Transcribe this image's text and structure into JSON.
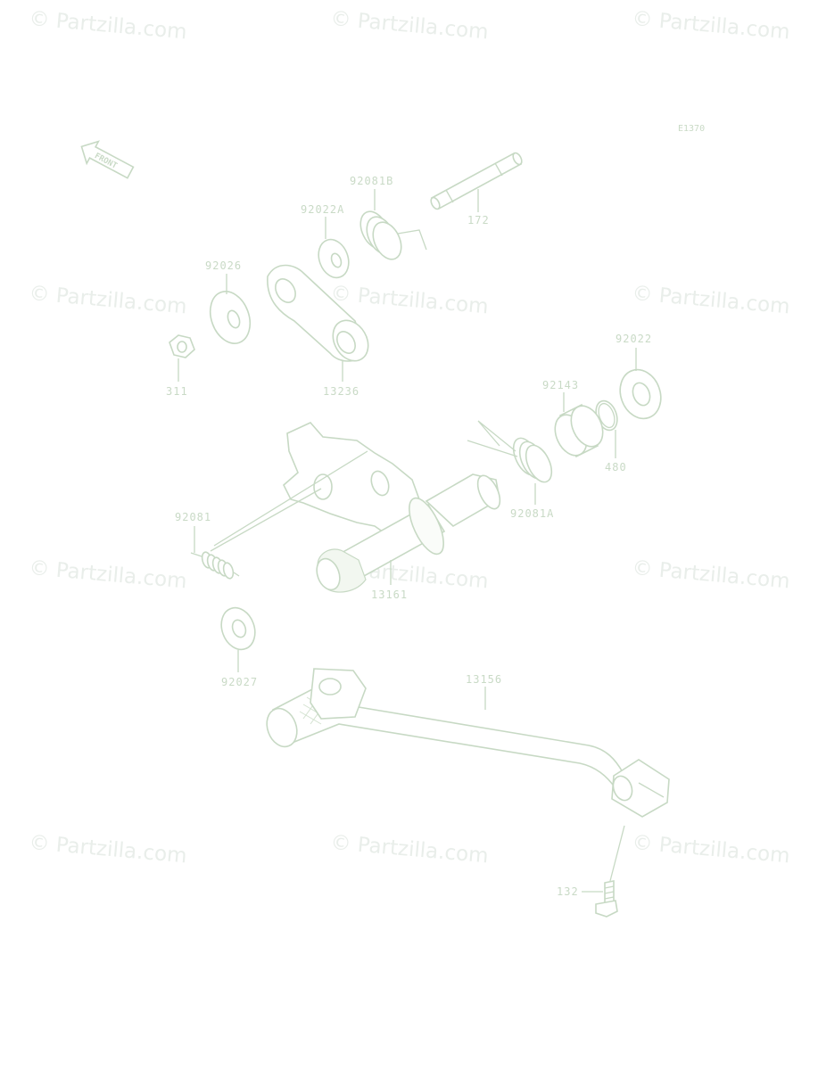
{
  "diagram": {
    "code": "E1370",
    "front_label": "FRONT",
    "watermark": "© Partzilla.com",
    "parts": [
      {
        "id": "p172",
        "label": "172"
      },
      {
        "id": "p92081b",
        "label": "92081B"
      },
      {
        "id": "p92022a",
        "label": "92022A"
      },
      {
        "id": "p92026",
        "label": "92026"
      },
      {
        "id": "p311",
        "label": "311"
      },
      {
        "id": "p13236",
        "label": "13236"
      },
      {
        "id": "p92022",
        "label": "92022"
      },
      {
        "id": "p92143",
        "label": "92143"
      },
      {
        "id": "p480",
        "label": "480"
      },
      {
        "id": "p92081a",
        "label": "92081A"
      },
      {
        "id": "p92081",
        "label": "92081"
      },
      {
        "id": "p13161",
        "label": "13161"
      },
      {
        "id": "p92027",
        "label": "92027"
      },
      {
        "id": "p13156",
        "label": "13156"
      },
      {
        "id": "p132",
        "label": "132"
      }
    ]
  },
  "colors": {
    "line": "#c7d9c4",
    "watermark": "#e9eeea",
    "background": "#ffffff"
  }
}
